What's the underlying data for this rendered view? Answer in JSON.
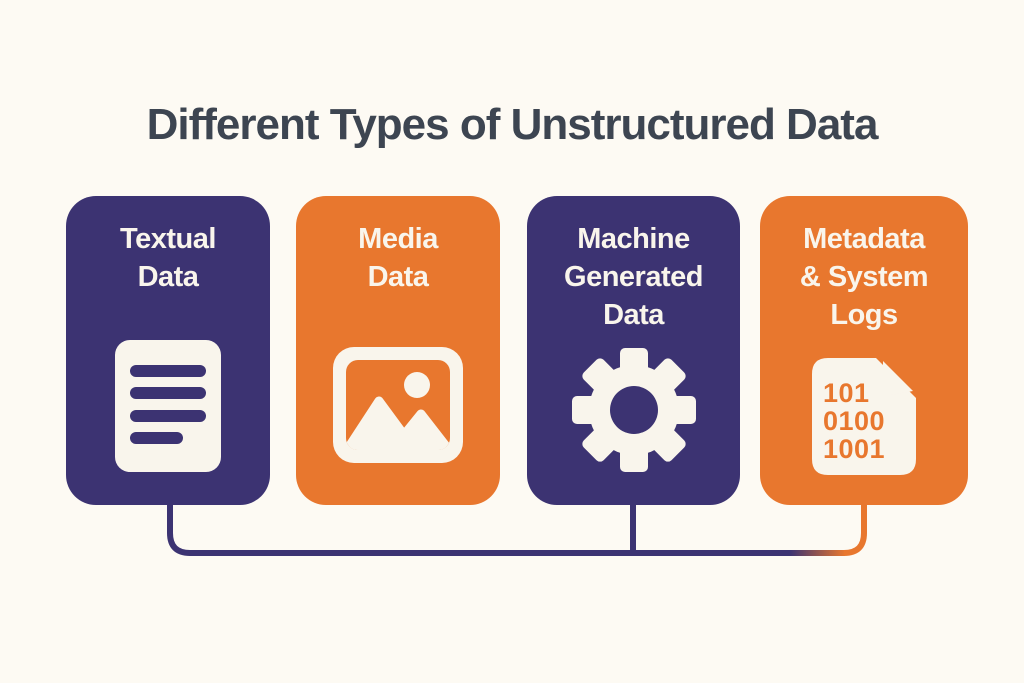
{
  "title": "Different Types of Unstructured Data",
  "cards": [
    {
      "label": "Textual Data",
      "lines": [
        "Textual",
        "Data"
      ],
      "variant": "purple",
      "icon": "document-lines-icon"
    },
    {
      "label": "Media Data",
      "lines": [
        "Media",
        "Data"
      ],
      "variant": "orange",
      "icon": "image-icon"
    },
    {
      "label": "Machine Generated Data",
      "lines": [
        "Machine",
        "Generated",
        "Data"
      ],
      "variant": "purple",
      "icon": "gear-icon"
    },
    {
      "label": "Metadata & System Logs",
      "lines": [
        "Metadata",
        "& System",
        "Logs"
      ],
      "variant": "orange",
      "icon": "binary-file-icon"
    }
  ],
  "binary_icon": {
    "lines": [
      "101",
      "0100",
      "1001"
    ]
  },
  "colors": {
    "background": "#FDFAF3",
    "purple": "#3C3372",
    "orange": "#E8772E",
    "icon_cream": "#F9F5EC",
    "title_text": "#3D4551"
  }
}
